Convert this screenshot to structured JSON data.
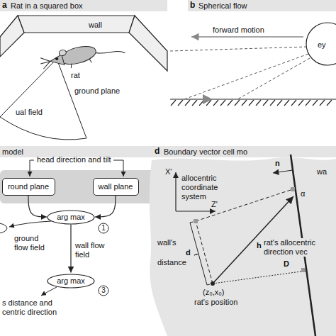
{
  "diagram": {
    "nodes": [
      {
        "text": [
          "round plane"
        ]
      },
      {
        "text": [
          "wall plane"
        ]
      },
      {
        "text": [
          "arg max"
        ]
      },
      {
        "text": [
          "arg max"
        ]
      }
    ],
    "edges": [
      {
        "from": 0,
        "to": 2,
        "arrow": "to"
      },
      {
        "from": 1,
        "to": 2,
        "arrow": "to"
      },
      {
        "from": 2,
        "to": 3,
        "label": "wall flow field",
        "arrow": "to"
      }
    ],
    "labels": [
      "a",
      "Rat in a squared box",
      "wall",
      "rat",
      "ground plane",
      "ual field",
      "b",
      "Spherical flow",
      "forward motion",
      "ey",
      "model",
      "head direction and tilt",
      "1",
      "ground flow field",
      "3",
      "s distance and",
      "centric direction",
      "d",
      "Boundary vector cell mo",
      "X'",
      "allocentric coordinate system",
      "Z'",
      "n",
      "wa",
      "α",
      "wall's",
      "d",
      "distance",
      "D",
      "h",
      "rat's allocentric direction vec",
      "(z₀,x₀)",
      "rat's position"
    ]
  }
}
